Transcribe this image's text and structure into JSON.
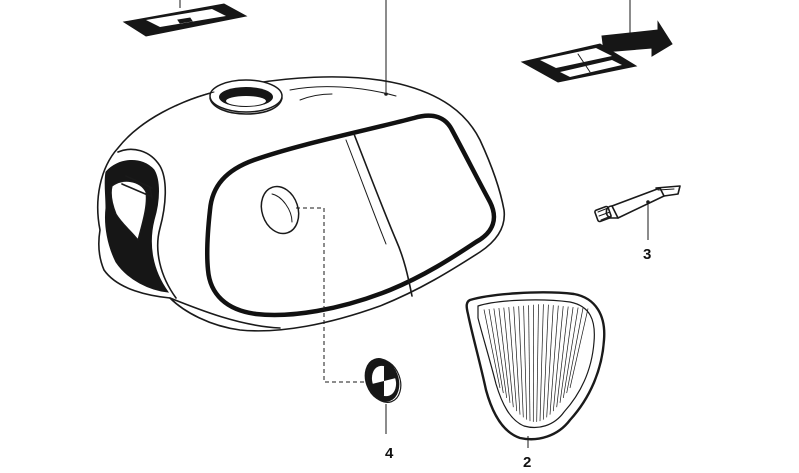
{
  "diagram": {
    "colors": {
      "ink": "#1a1a1a",
      "background": "#ffffff"
    },
    "parts": [
      {
        "id": "fuel-tank",
        "label": ""
      },
      {
        "id": "reflector",
        "label": "2"
      },
      {
        "id": "tube",
        "label": "3"
      },
      {
        "id": "emblem",
        "label": "4"
      },
      {
        "id": "decal-top-left",
        "label": ""
      },
      {
        "id": "decal-top-right",
        "label": ""
      }
    ]
  }
}
